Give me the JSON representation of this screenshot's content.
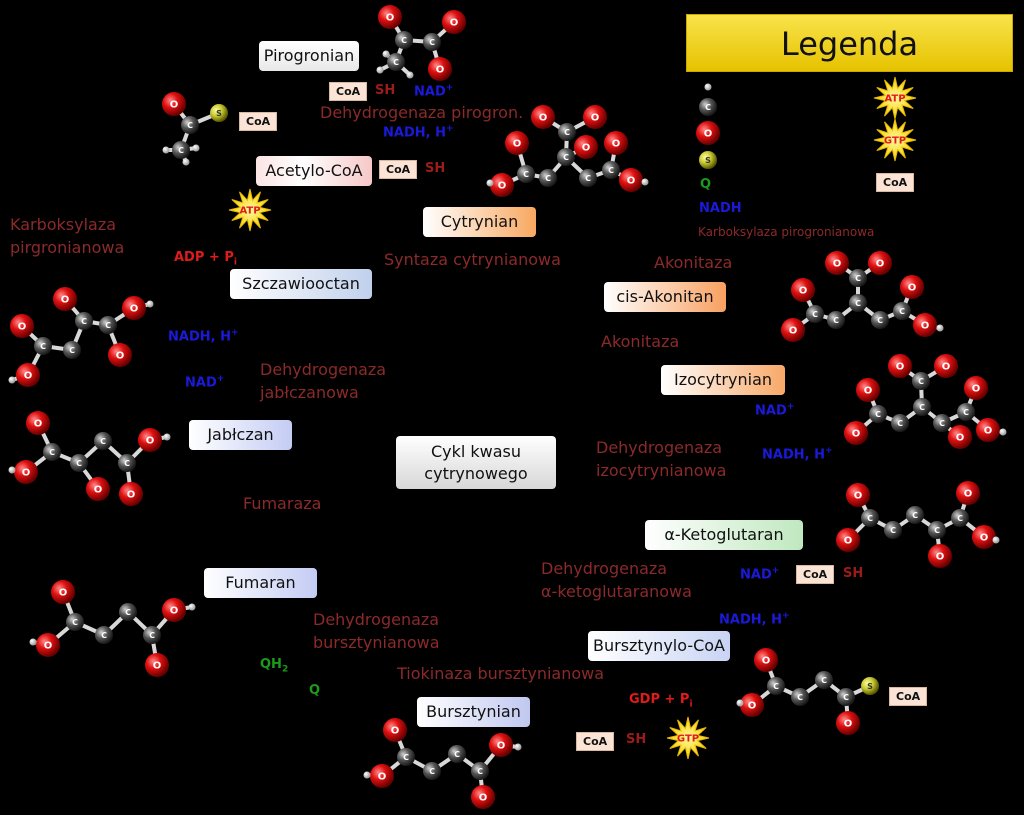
{
  "legend": {
    "title": "Legenda",
    "items": [
      "Q",
      "NADH",
      "Karboksylaza pirogronianowa",
      "CoA"
    ],
    "badges": [
      "ATP",
      "GTP"
    ]
  },
  "center": {
    "line1": "Cykl kwasu",
    "line2": "cytrynowego"
  },
  "metabolites": [
    "Pirogronian",
    "Acetylo-CoA",
    "Cytrynian",
    "cis-Akonitan",
    "Izocytrynian",
    "α-Ketoglutaran",
    "Bursztynylo-CoA",
    "Bursztynian",
    "Fumaran",
    "Jabłczan",
    "Szczawiooctan"
  ],
  "enzymes": {
    "pdh": "Dehydrogenaza pirogron.",
    "pc_1": "Karboksylaza",
    "pc_2": "pirgronianowa",
    "cs": "Syntaza cytrynianowa",
    "aco_1": "Akonitaza",
    "aco_2": "Akonitaza",
    "idh_1": "Dehydrogenaza",
    "idh_2": "izocytrynianowa",
    "kgdh_1": "Dehydrogenaza",
    "kgdh_2": "α-ketoglutaranowa",
    "scs": "Tiokinaza bursztynianowa",
    "sdh_1": "Dehydrogenaza",
    "sdh_2": "bursztynianowa",
    "fum": "Fumaraza",
    "mdh_1": "Dehydrogenaza",
    "mdh_2": "jabłczanowa"
  },
  "cofactors": {
    "coa": "CoA",
    "sh": "SH",
    "nad": "NAD",
    "nadh": "NADH, H",
    "plus": "+",
    "adp_pi": "ADP + P",
    "gdp_pi": "GDP + P",
    "pi_sub": "i",
    "qh": "QH",
    "qh_sub": "2",
    "q": "Q",
    "atp": "ATP",
    "gtp": "GTP"
  },
  "atoms": {
    "o": "O",
    "c": "C",
    "s": "S"
  },
  "colors": {
    "oxygen": "#e01010",
    "carbon": "#555555",
    "hydrogen": "#dddddd",
    "sulfur": "#c8c832",
    "enzyme_text": "#8b2a2a",
    "nad_blue": "#1a1ad8",
    "atp_red": "#e11b1b",
    "q_green": "#1c9a1c",
    "legend_yellow": "#f0d020"
  }
}
